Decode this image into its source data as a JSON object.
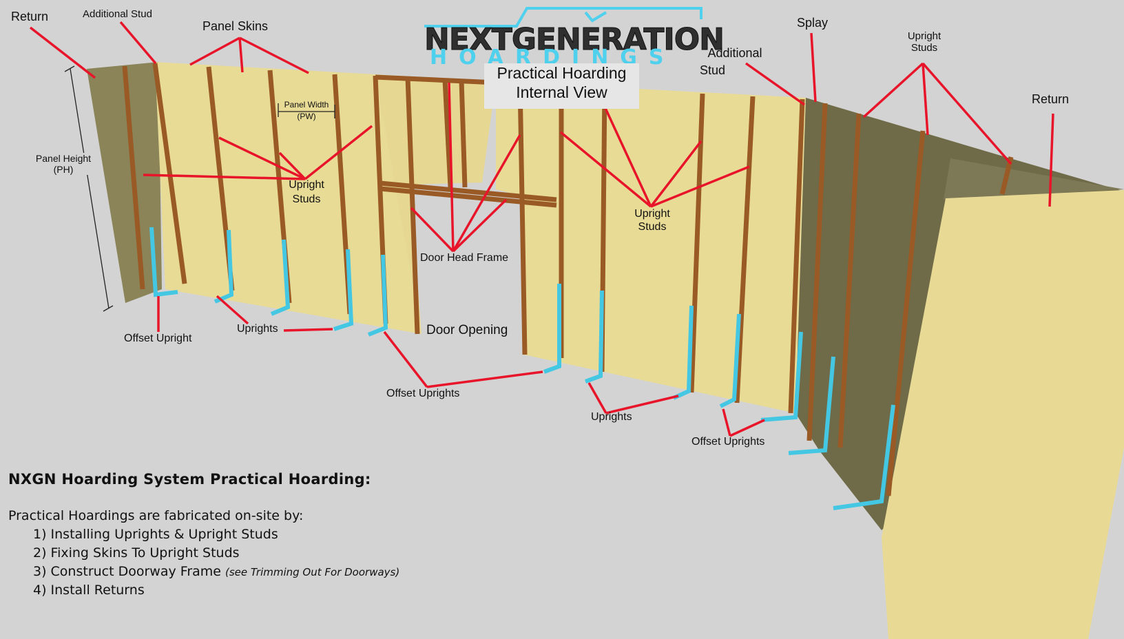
{
  "logo": {
    "line1": "NEXTGENERATION",
    "line2": "HOARDINGS"
  },
  "title": {
    "line1": "Practical Hoarding",
    "line2": "Internal View"
  },
  "labels": {
    "return_left": "Return",
    "additional_stud_left": "Additional Stud",
    "panel_skins": "Panel Skins",
    "panel_width": "Panel Width",
    "panel_width_abbr": "(PW)",
    "panel_height": "Panel Height",
    "panel_height_abbr": "(PH)",
    "upright_studs_left_1": "Upright",
    "upright_studs_left_2": "Studs",
    "door_head_frame": "Door Head Frame",
    "door_opening": "Door Opening",
    "offset_upright": "Offset Upright",
    "uprights_left": "Uprights",
    "offset_uprights_mid": "Offset Uprights",
    "upright_studs_mid_1": "Upright",
    "upright_studs_mid_2": "Studs",
    "uprights_right": "Uprights",
    "offset_uprights_right": "Offset Uprights",
    "additional_stud_right_1": "Additional",
    "additional_stud_right_2": "Stud",
    "splay": "Splay",
    "upright_studs_right_1": "Upright",
    "upright_studs_right_2": "Studs",
    "return_right": "Return"
  },
  "notes": {
    "heading": "NXGN Hoarding System Practical Hoarding:",
    "intro": "Practical Hoardings are fabricated on-site by:",
    "steps": [
      {
        "text": "1) Installing Uprights & Upright Studs",
        "note": ""
      },
      {
        "text": "2) Fixing Skins To Upright Studs",
        "note": ""
      },
      {
        "text": "3) Construct Doorway Frame",
        "note": "(see Trimming Out For Doorways)"
      },
      {
        "text": "4) Install Returns",
        "note": ""
      }
    ]
  },
  "colors": {
    "background": "#d3d3d3",
    "panel_face": "#e6d893",
    "panel_shade": "#7b7653",
    "stud": "#9a5a26",
    "upright": "#44c7e3",
    "leader": "#e8142a",
    "logo_blue": "#4fd1ee"
  }
}
